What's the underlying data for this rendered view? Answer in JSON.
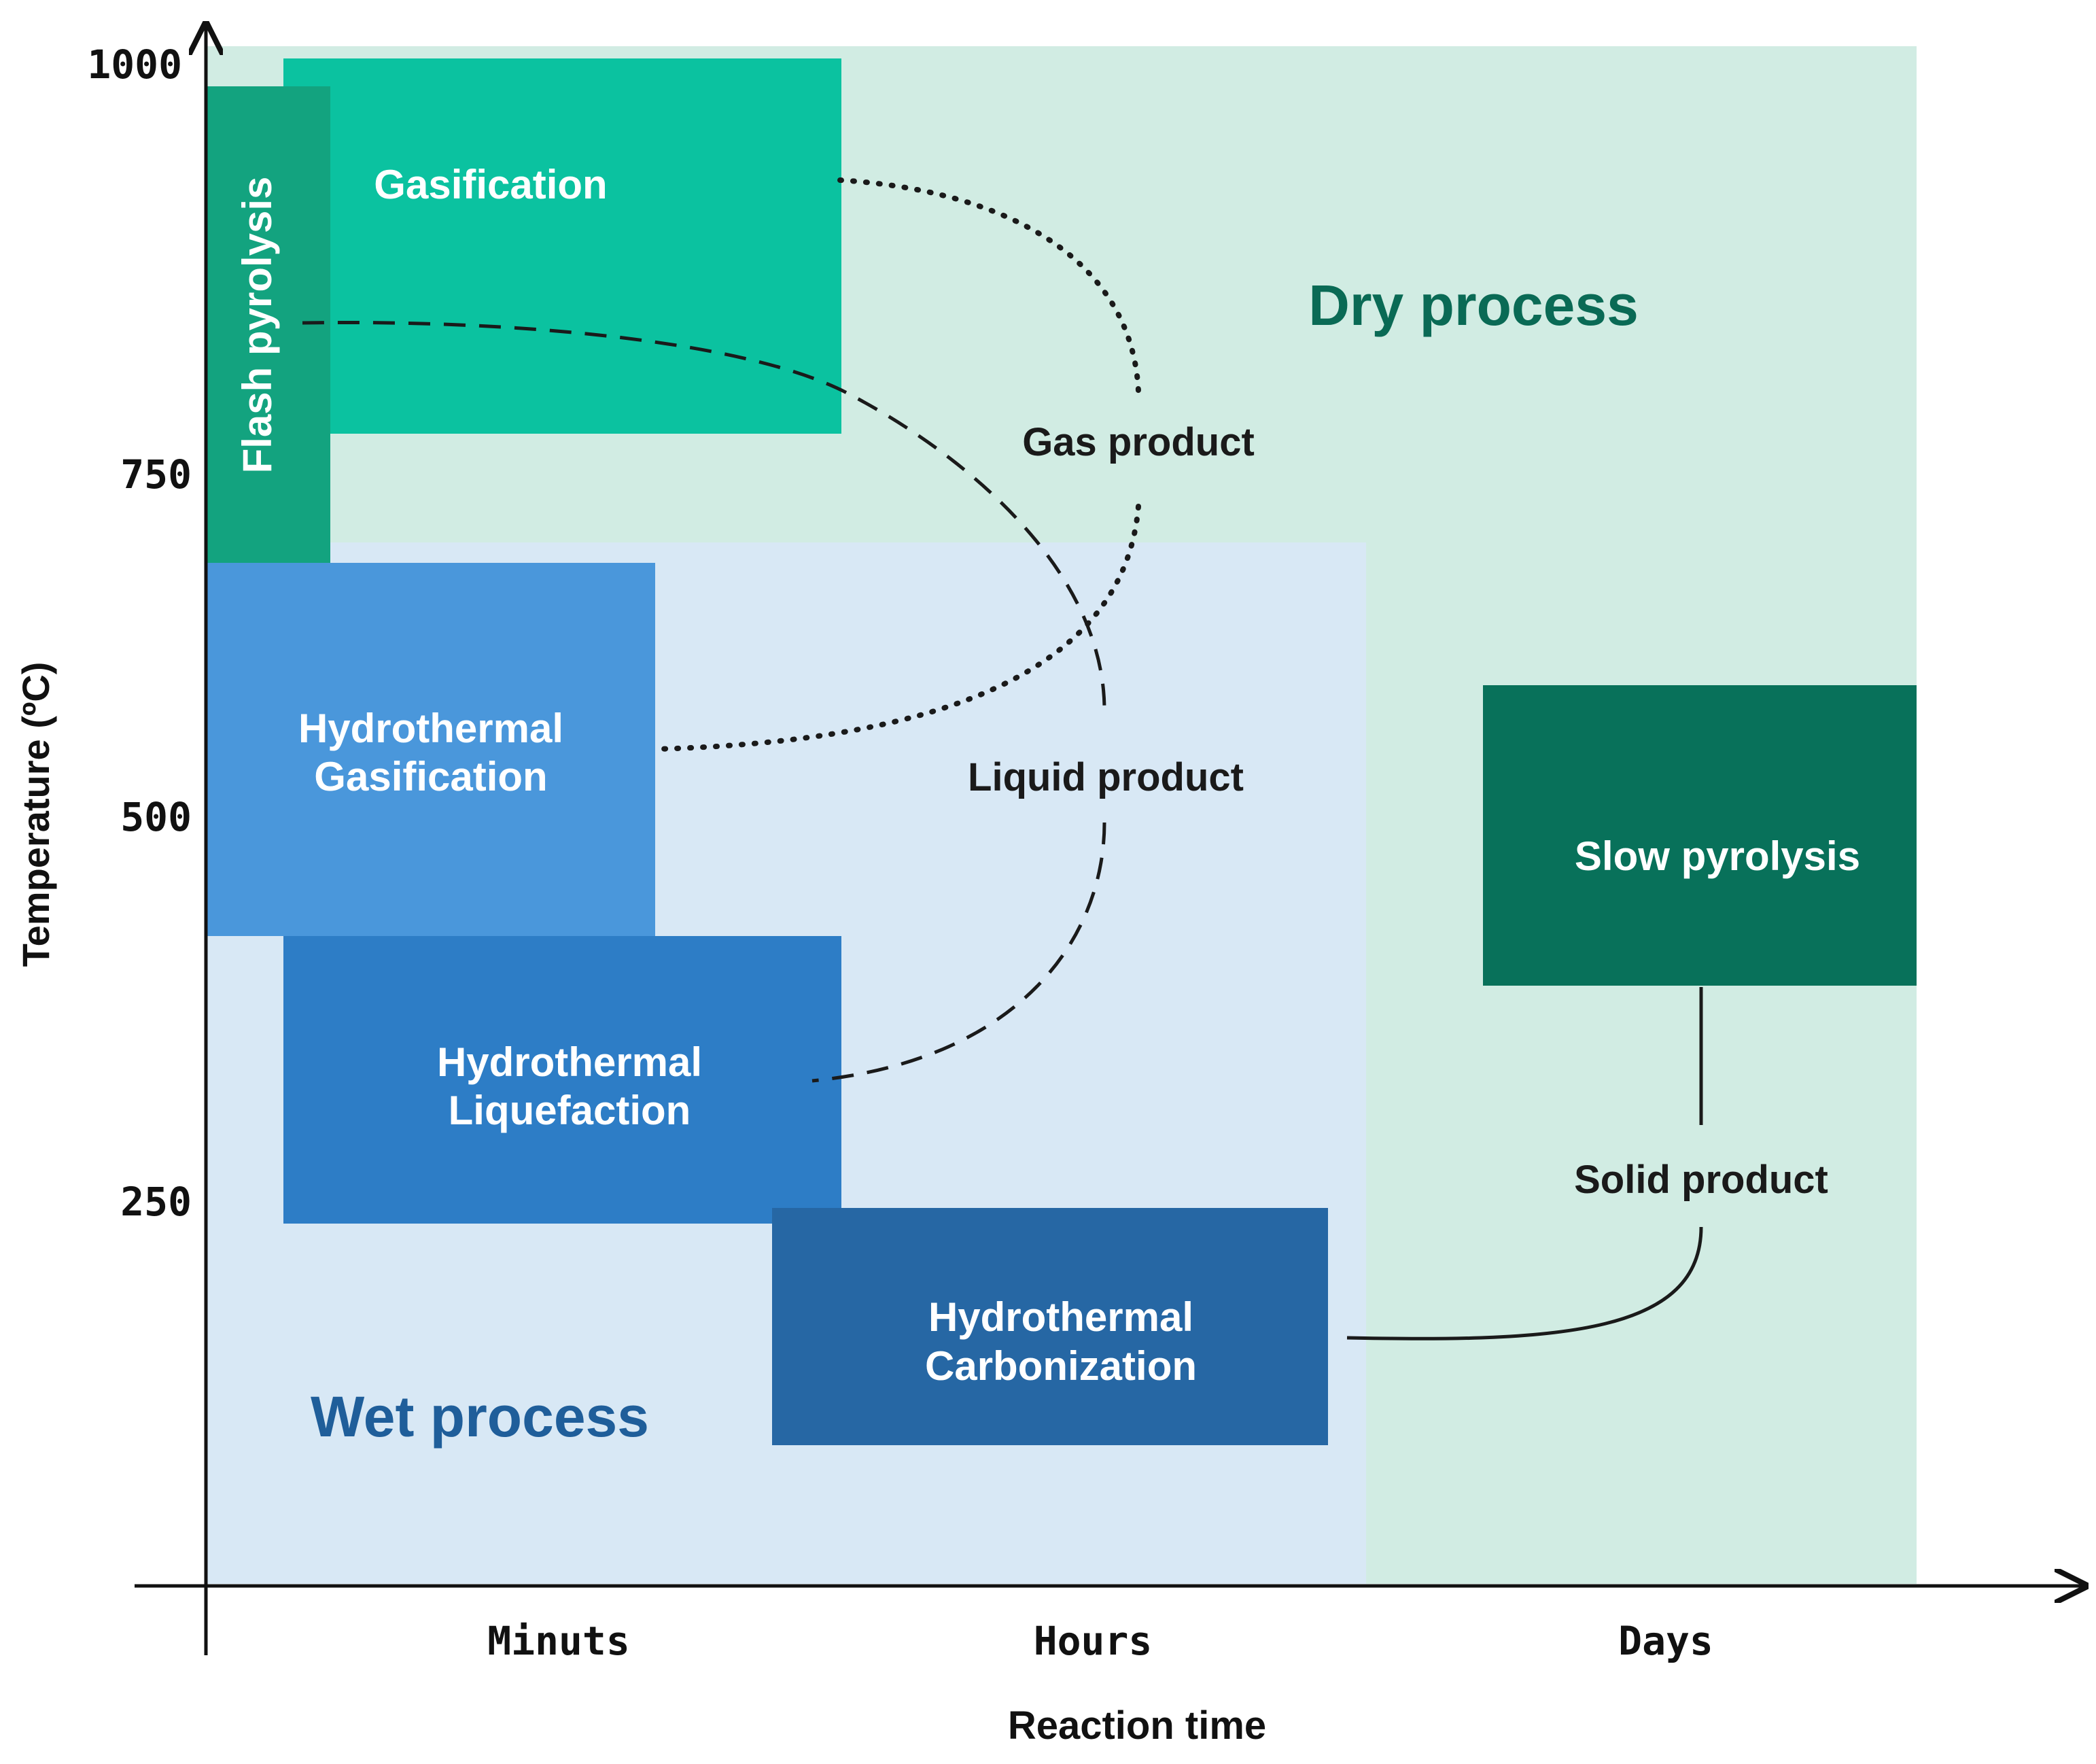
{
  "colors": {
    "background": "#ffffff",
    "dry_region": "#d1ece3",
    "wet_region": "#d8e8f5",
    "axis": "#111111",
    "flash_pyrolysis": "#13a37f",
    "gasification": "#0bc2a0",
    "hydrothermal_gasification": "#4a97db",
    "hydrothermal_liquefaction": "#2d7dc6",
    "hydrothermal_carbonization": "#2667a4",
    "slow_pyrolysis": "#08715a",
    "dry_label": "#0a6a55",
    "wet_label": "#1f5e9a",
    "box_text": "#ffffff",
    "annotation_text": "#1a1a1a"
  },
  "axes": {
    "y_title": "Temperature (ºC)",
    "x_title": "Reaction time",
    "y_ticks": [
      "1000",
      "750",
      "500",
      "250"
    ],
    "x_categories": [
      "Minuts",
      "Hours",
      "Days"
    ]
  },
  "regions": {
    "dry": "Dry process",
    "wet": "Wet process"
  },
  "processes": {
    "flash_pyrolysis": "Flash pyrolysis",
    "gasification": "Gasification",
    "hydrothermal_gasification": [
      "Hydrothermal",
      "Gasification"
    ],
    "hydrothermal_liquefaction": [
      "Hydrothermal",
      "Liquefaction"
    ],
    "hydrothermal_carbonization": [
      "Hydrothermal",
      "Carbonization"
    ],
    "slow_pyrolysis": "Slow pyrolysis"
  },
  "products": {
    "gas": "Gas product",
    "liquid": "Liquid product",
    "solid": "Solid product"
  }
}
